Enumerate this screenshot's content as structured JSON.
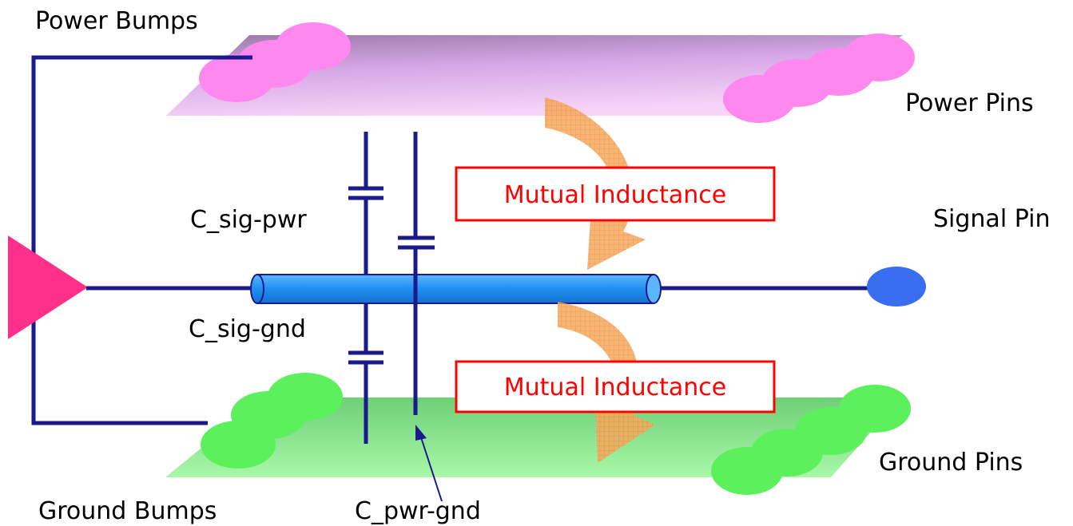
{
  "labels": {
    "power_bumps": "Power Bumps",
    "power_pins": "Power Pins",
    "signal_pin": "Signal Pin",
    "ground_pins": "Ground Pins",
    "ground_bumps": "Ground Bumps",
    "c_sig_pwr": "C_sig-pwr",
    "c_sig_gnd": "C_sig-gnd",
    "c_pwr_gnd": "C_pwr-gnd",
    "mutual_inductance_top": "Mutual Inductance",
    "mutual_inductance_bottom": "Mutual Inductance"
  },
  "colors": {
    "wire": "#1a1a8c",
    "signal_trace": "#2f90f0",
    "signal_pin": "#3a6ef0",
    "driver": "#ff2f8a",
    "power_plane": "#c79be0",
    "power_bumps": "#ff88ee",
    "ground_plane": "#7fe27f",
    "ground_bumps": "#5cf05c",
    "mutual_inductance": "#ff0000",
    "arrow": "#f6a860"
  }
}
